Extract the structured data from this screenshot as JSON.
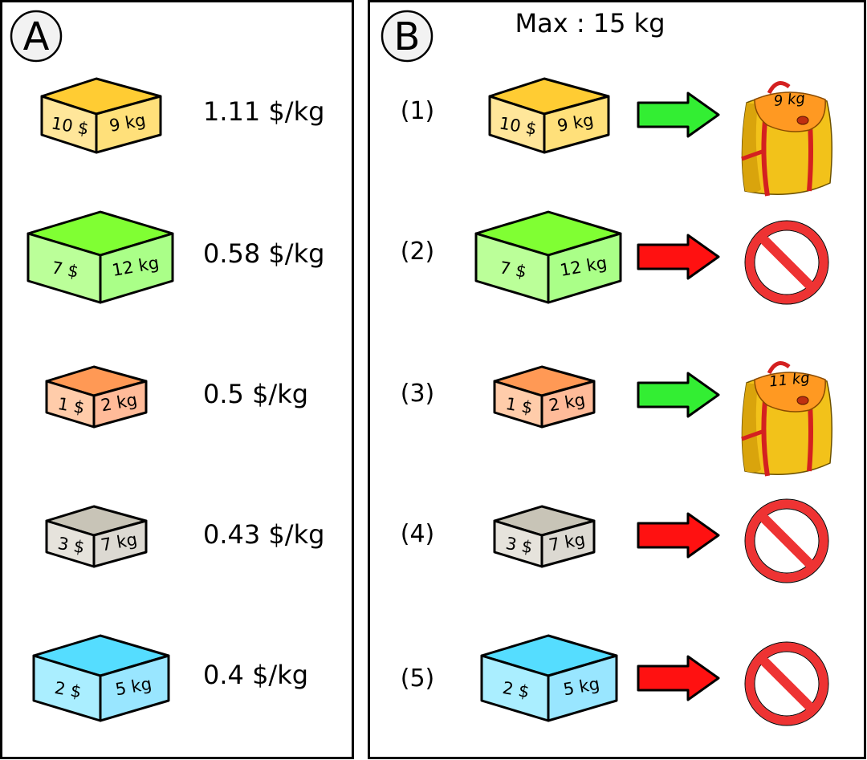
{
  "panel_a": {
    "label": "A",
    "items": [
      {
        "price": "10 $",
        "weight": "9 kg",
        "ratio": "1.11 $/kg",
        "color": "yellow"
      },
      {
        "price": "7 $",
        "weight": "12 kg",
        "ratio": "0.58 $/kg",
        "color": "green"
      },
      {
        "price": "1 $",
        "weight": "2 kg",
        "ratio": "0.5 $/kg",
        "color": "orange"
      },
      {
        "price": "3 $",
        "weight": "7 kg",
        "ratio": "0.43 $/kg",
        "color": "gray"
      },
      {
        "price": "2 $",
        "weight": "5 kg",
        "ratio": "0.4 $/kg",
        "color": "blue"
      }
    ]
  },
  "panel_b": {
    "label": "B",
    "max_label": "Max : 15 kg",
    "steps": [
      {
        "index": "(1)",
        "price": "10 $",
        "weight": "9 kg",
        "color": "yellow",
        "accepted": true,
        "bag_weight": "9 kg"
      },
      {
        "index": "(2)",
        "price": "7 $",
        "weight": "12 kg",
        "color": "green",
        "accepted": false,
        "bag_weight": ""
      },
      {
        "index": "(3)",
        "price": "1 $",
        "weight": "2 kg",
        "color": "orange",
        "accepted": true,
        "bag_weight": "11 kg"
      },
      {
        "index": "(4)",
        "price": "3 $",
        "weight": "7 kg",
        "color": "gray",
        "accepted": false,
        "bag_weight": ""
      },
      {
        "index": "(5)",
        "price": "2 $",
        "weight": "5 kg",
        "color": "blue",
        "accepted": false,
        "bag_weight": ""
      }
    ]
  },
  "palette": {
    "yellow": {
      "top": "#ffcc33",
      "front": "#ffe69a",
      "side": "#ffe07a"
    },
    "green": {
      "top": "#80ff33",
      "front": "#bbff99",
      "side": "#aaff88"
    },
    "orange": {
      "top": "#ff9955",
      "front": "#ffccaa",
      "side": "#ffbb99"
    },
    "gray": {
      "top": "#c8c4b7",
      "front": "#e6e3dc",
      "side": "#dcd9d2"
    },
    "blue": {
      "top": "#55ddff",
      "front": "#aaeeff",
      "side": "#99e6ff"
    },
    "accept_arrow": "#33ee33",
    "reject_arrow": "#ff1111",
    "no_sign": "#ee3333",
    "bag_body": "#f2c21a",
    "bag_strap": "#d42020",
    "bag_flap": "#ff9922"
  }
}
